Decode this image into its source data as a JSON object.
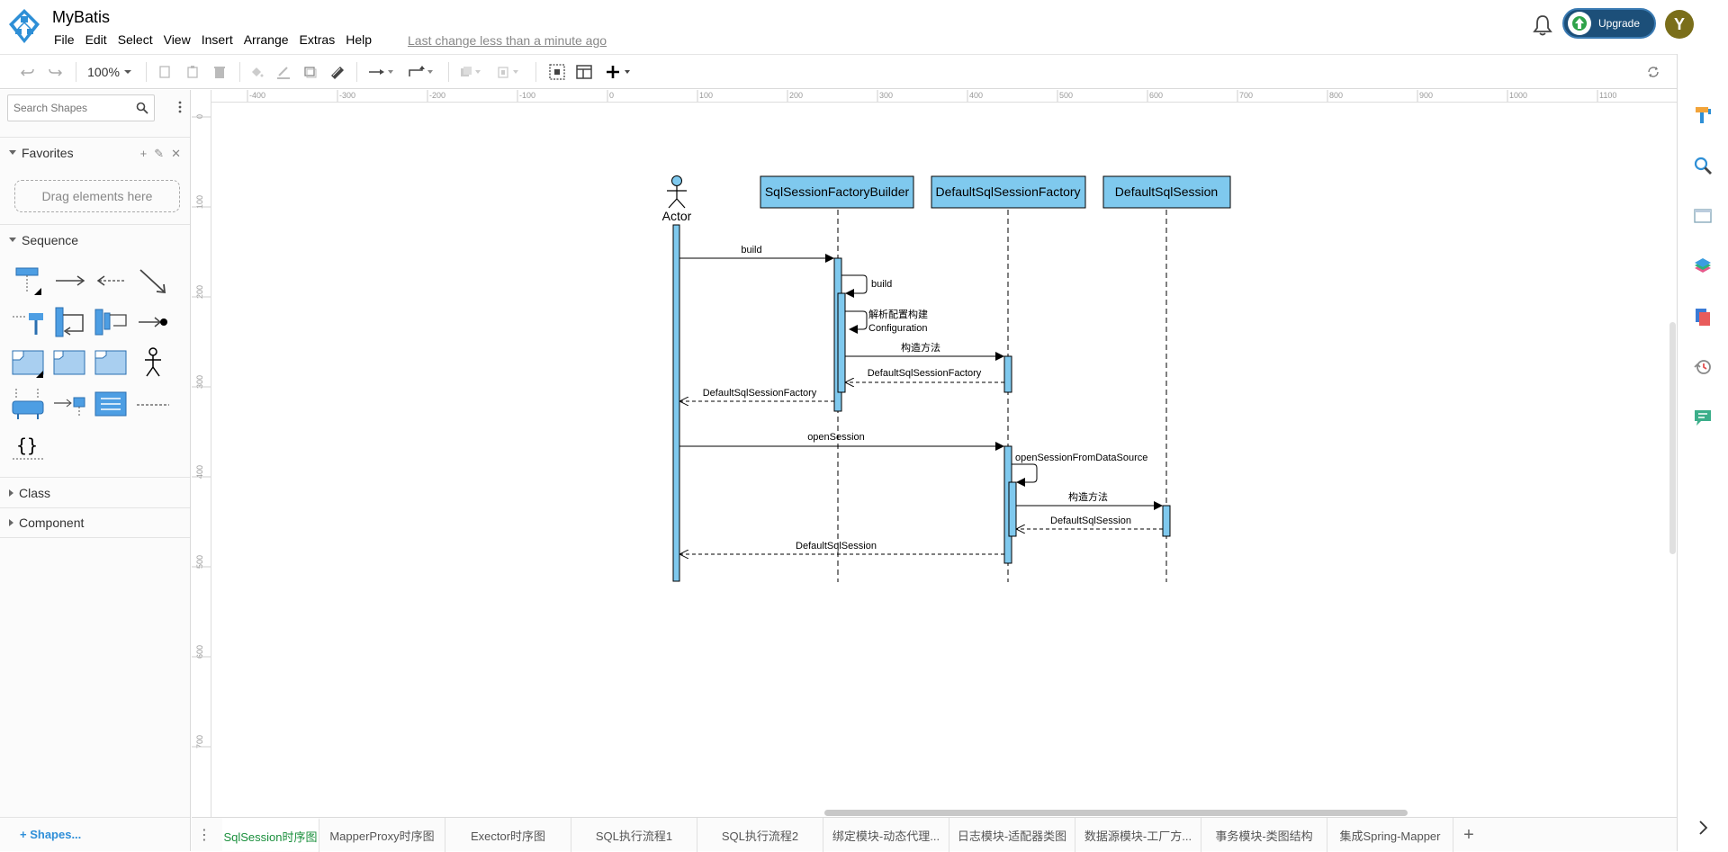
{
  "app": {
    "title": "MyBatis",
    "last_change": "Last change less than a minute ago",
    "upgrade_label": "Upgrade",
    "avatar_letter": "Y",
    "accent": "#1c4f79"
  },
  "menu": [
    "File",
    "Edit",
    "Select",
    "View",
    "Insert",
    "Arrange",
    "Extras",
    "Help"
  ],
  "toolbar": {
    "zoom": "100%"
  },
  "sidebar": {
    "search_placeholder": "Search Shapes",
    "favorites_label": "Favorites",
    "drag_hint": "Drag elements here",
    "sequence_label": "Sequence",
    "class_label": "Class",
    "component_label": "Component",
    "more_shapes": "+ Shapes..."
  },
  "rulers": {
    "top": [
      "-400",
      "-300",
      "-200",
      "-100",
      "0",
      "100",
      "200",
      "300",
      "400",
      "500",
      "600",
      "700",
      "800",
      "900",
      "1000",
      "1100"
    ],
    "left": [
      "0",
      "100",
      "200",
      "300",
      "400",
      "500",
      "600",
      "700"
    ]
  },
  "diagram": {
    "actor": "Actor",
    "participants": [
      "SqlSessionFactoryBuilder",
      "DefaultSqlSessionFactory",
      "DefaultSqlSession"
    ],
    "messages": {
      "m1": "build",
      "m2": "build",
      "m3a": "解析配置构建",
      "m3b": "Configuration",
      "m4": "构造方法",
      "m5": "DefaultSqlSessionFactory",
      "m6": "DefaultSqlSessionFactory",
      "m7": "openSession",
      "m8": "openSessionFromDataSource",
      "m9": "构造方法",
      "m10": "DefaultSqlSession",
      "m11": "DefaultSqlSession"
    },
    "fill_color": "#7fc9ee"
  },
  "tabs": [
    "SqlSession时序图",
    "MapperProxy时序图",
    "Exector时序图",
    "SQL执行流程1",
    "SQL执行流程2",
    "绑定模块-动态代理...",
    "日志模块-适配器类图",
    "数据源模块-工厂方...",
    "事务模块-类图结构",
    "集成Spring-Mapper"
  ]
}
